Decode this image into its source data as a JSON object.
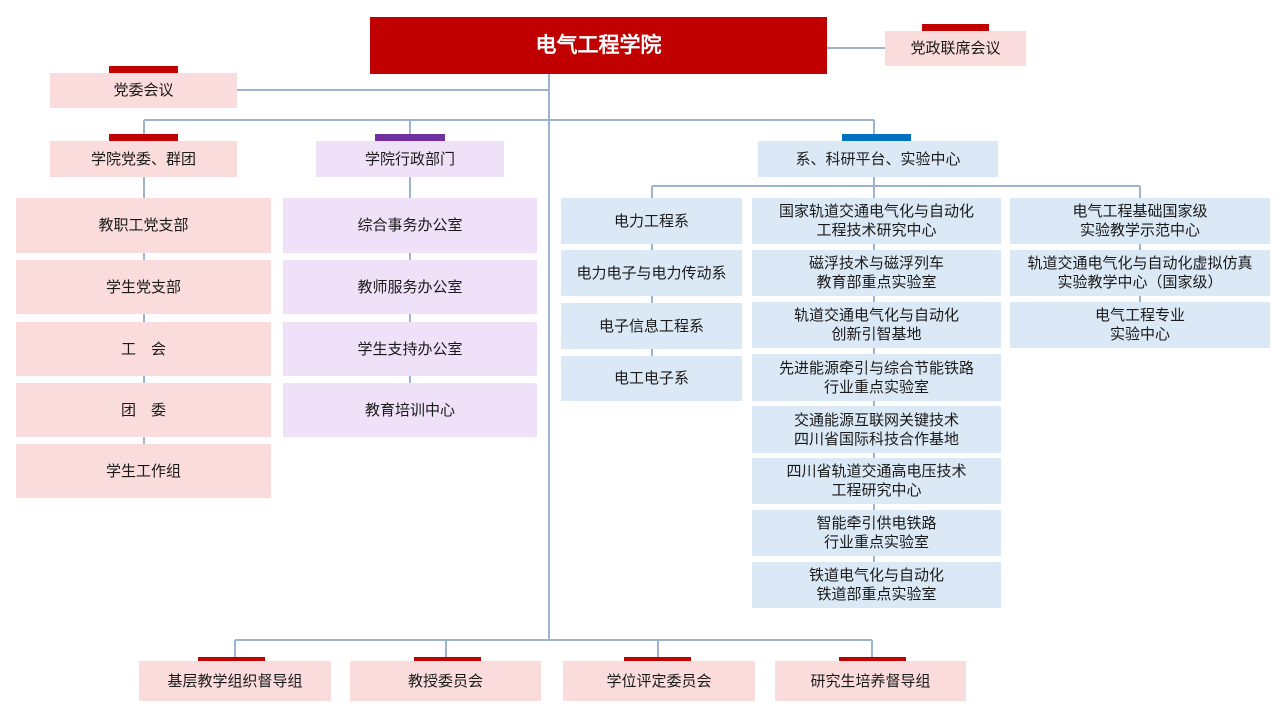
{
  "colors": {
    "accent_red": "#c00000",
    "accent_purple": "#7030a0",
    "accent_blue": "#0070c0",
    "pink_fill": "#fbdcdd",
    "purple_fill": "#efe1f8",
    "blue_fill": "#dbe8f5",
    "connector": "#9db4cf"
  },
  "root": {
    "title": "电气工程学院"
  },
  "side": {
    "joint_meeting": "党政联席会议",
    "party_meeting": "党委会议"
  },
  "branches": {
    "party": {
      "label": "学院党委、群团",
      "items": [
        "教职工党支部",
        "学生党支部",
        "工　会",
        "团　委",
        "学生工作组"
      ]
    },
    "admin": {
      "label": "学院行政部门",
      "items": [
        "综合事务办公室",
        "教师服务办公室",
        "学生支持办公室",
        "教育培训中心"
      ]
    },
    "research": {
      "label": "系、科研平台、实验中心",
      "departments": [
        "电力工程系",
        "电力电子与电力传动系",
        "电子信息工程系",
        "电工电子系"
      ],
      "platforms": [
        "国家轨道交通电气化与自动化\n工程技术研究中心",
        "磁浮技术与磁浮列车\n教育部重点实验室",
        "轨道交通电气化与自动化\n创新引智基地",
        "先进能源牵引与综合节能铁路\n行业重点实验室",
        "交通能源互联网关键技术\n四川省国际科技合作基地",
        "四川省轨道交通高电压技术\n工程研究中心",
        "智能牵引供电铁路\n行业重点实验室",
        "铁道电气化与自动化\n铁道部重点实验室"
      ],
      "labs": [
        "电气工程基础国家级\n实验教学示范中心",
        "轨道交通电气化与自动化虚拟仿真\n实验教学中心（国家级）",
        "电气工程专业\n实验中心"
      ]
    }
  },
  "committees": [
    "基层教学组织督导组",
    "教授委员会",
    "学位评定委员会",
    "研究生培养督导组"
  ]
}
